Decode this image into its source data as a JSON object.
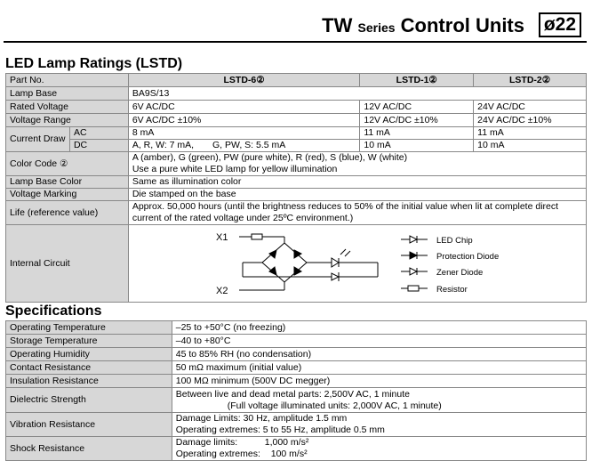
{
  "header": {
    "series": "TW",
    "series_word": "Series",
    "title": "Control Units",
    "size_badge": "ø22"
  },
  "led": {
    "title": "LED Lamp Ratings (LSTD)",
    "part_no_label": "Part No.",
    "col1": "LSTD-6②",
    "col2": "LSTD-1②",
    "col3": "LSTD-2②",
    "lamp_base_label": "Lamp Base",
    "lamp_base": "BA9S/13",
    "rated_voltage_label": "Rated Voltage",
    "rv1": "6V AC/DC",
    "rv2": "12V AC/DC",
    "rv3": "24V AC/DC",
    "voltage_range_label": "Voltage Range",
    "vr1": "6V AC/DC ±10%",
    "vr2": "12V AC/DC ±10%",
    "vr3": "24V AC/DC ±10%",
    "current_draw_label": "Current Draw",
    "ac_label": "AC",
    "dc_label": "DC",
    "ac1": "8 mA",
    "ac2": "11 mA",
    "ac3": "11 mA",
    "dc1a": "A, R, W: 7 mA,",
    "dc1b": "G, PW, S: 5.5 mA",
    "dc2": "10 mA",
    "dc3": "10 mA",
    "color_code_label": "Color Code ②",
    "color_code_1": "A (amber), G (green), PW (pure white), R (red), S (blue), W (white)",
    "color_code_2": "Use a pure white LED lamp for yellow illumination",
    "lamp_base_color_label": "Lamp Base Color",
    "lamp_base_color": "Same as illumination color",
    "voltage_marking_label": "Voltage Marking",
    "voltage_marking": "Die stamped on the base",
    "life_label": "Life (reference value)",
    "life_1": "Approx. 50,000 hours (until the brightness reduces to 50% of the initial value when lit at complete direct",
    "life_2": "current of the rated voltage under 25ºC environment.)",
    "internal_circuit_label": "Internal Circuit",
    "x1": "X1",
    "x2": "X2",
    "legend_led": "LED Chip",
    "legend_protection": "Protection Diode",
    "legend_zener": "Zener Diode",
    "legend_resistor": "Resistor"
  },
  "spec": {
    "title": "Specifications",
    "rows": [
      {
        "label": "Operating Temperature",
        "value": "–25 to +50°C (no freezing)"
      },
      {
        "label": "Storage Temperature",
        "value": "–40 to +80°C"
      },
      {
        "label": "Operating Humidity",
        "value": "45 to 85% RH (no condensation)"
      },
      {
        "label": "Contact Resistance",
        "value": "50 mΩ maximum (initial value)"
      },
      {
        "label": "Insulation Resistance",
        "value": "100 MΩ minimum (500V DC megger)"
      }
    ],
    "dielectric_label": "Dielectric Strength",
    "dielectric_1": "Between live and dead metal parts: 2,500V AC, 1 minute",
    "dielectric_2": "(Full voltage illuminated units: 2,000V AC, 1 minute)",
    "vibration_label": "Vibration Resistance",
    "vibration_1": "Damage Limits: 30 Hz, amplitude 1.5 mm",
    "vibration_2": "Operating extremes: 5 to 55 Hz, amplitude 0.5 mm",
    "shock_label": "Shock Resistance",
    "shock_1a": "Damage limits:",
    "shock_1b": "1,000 m/s²",
    "shock_2a": "Operating extremes:",
    "shock_2b": "100 m/s²"
  }
}
